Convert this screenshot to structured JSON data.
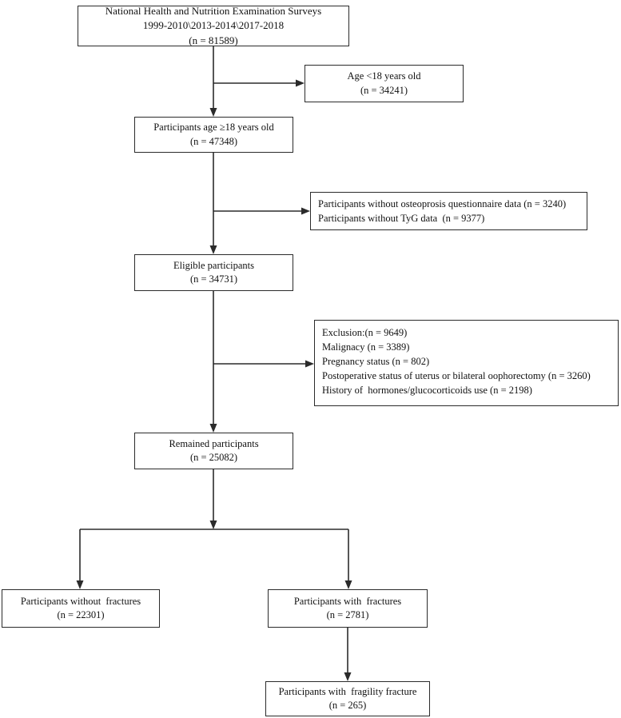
{
  "figure": {
    "type": "flowchart",
    "description": "Participant selection flow diagram (NHANES)",
    "colors": {
      "line": "#2b2b2b",
      "background": "#ffffff",
      "text": "#111111"
    },
    "boxes": {
      "nhanes": {
        "lines": [
          "National Health and Nutrition Examination Surveys",
          "1999-2010\\2013-2014\\2017-2018",
          "(n = 81589)"
        ]
      },
      "age_under_18": {
        "lines": [
          "Age <18 years old",
          "(n = 34241)"
        ]
      },
      "age_over_18": {
        "lines": [
          "Participants age ≥18 years old",
          "(n = 47348)"
        ]
      },
      "no_osteo_tyg": {
        "lines": [
          "Participants without osteoprosis questionnaire data (n = 3240)",
          "Participants without TyG data  (n = 9377)"
        ]
      },
      "eligible": {
        "lines": [
          "Eligible participants",
          "(n = 34731)"
        ]
      },
      "exclusion": {
        "lines": [
          "Exclusion:(n = 9649)",
          "Malignacy (n = 3389)",
          "Pregnancy status (n = 802)",
          "Postoperative status of uterus or bilateral oophorectomy (n = 3260)",
          "History of  hormones/glucocorticoids use (n = 2198)"
        ]
      },
      "remained": {
        "lines": [
          "Remained participants",
          "(n = 25082)"
        ]
      },
      "without_fractures": {
        "lines": [
          "Participants without  fractures",
          "(n = 22301)"
        ]
      },
      "with_fractures": {
        "lines": [
          "Participants with  fractures",
          "(n = 2781)"
        ]
      },
      "fragility_fracture": {
        "lines": [
          "Participants with  fragility fracture",
          "(n = 265)"
        ]
      }
    },
    "edges": [
      {
        "from": "nhanes",
        "to": "age_under_18"
      },
      {
        "from": "nhanes",
        "to": "age_over_18"
      },
      {
        "from": "age_over_18",
        "to": "no_osteo_tyg"
      },
      {
        "from": "age_over_18",
        "to": "eligible"
      },
      {
        "from": "eligible",
        "to": "exclusion"
      },
      {
        "from": "eligible",
        "to": "remained"
      },
      {
        "from": "remained",
        "to": "without_fractures"
      },
      {
        "from": "remained",
        "to": "with_fractures"
      },
      {
        "from": "with_fractures",
        "to": "fragility_fracture"
      }
    ]
  }
}
